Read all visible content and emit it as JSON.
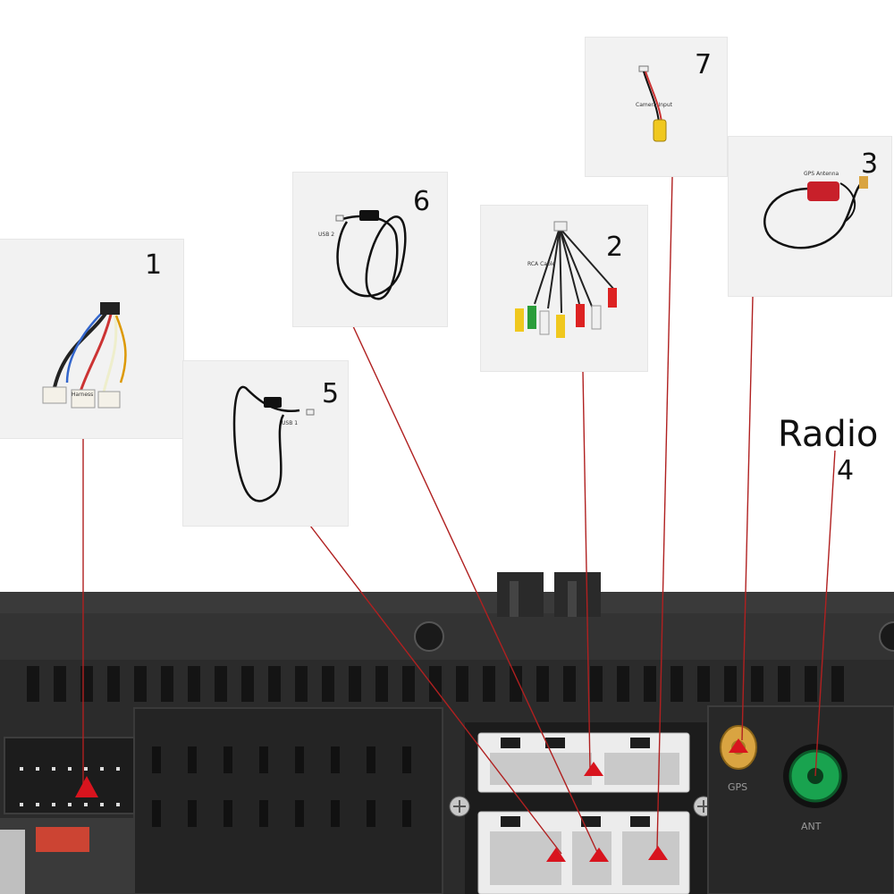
{
  "accessories": [
    {
      "number": "1",
      "caption": "Harness"
    },
    {
      "number": "2",
      "caption": "RCA Cable"
    },
    {
      "number": "3",
      "caption": "GPS Antenna"
    },
    {
      "number": "5",
      "caption": "USB 1"
    },
    {
      "number": "6",
      "caption": "USB 2"
    },
    {
      "number": "7",
      "caption": "Camera Input"
    }
  ],
  "radio": {
    "label": "Radio",
    "number": "4"
  },
  "ports": {
    "gps": "GPS",
    "ant": "ANT"
  },
  "colors": {
    "leader_line": "#b02020",
    "marker": "#d8141e",
    "chassis": "#2a2a2a",
    "gps_gold": "#d9a441",
    "ant_green": "#19a34f"
  }
}
